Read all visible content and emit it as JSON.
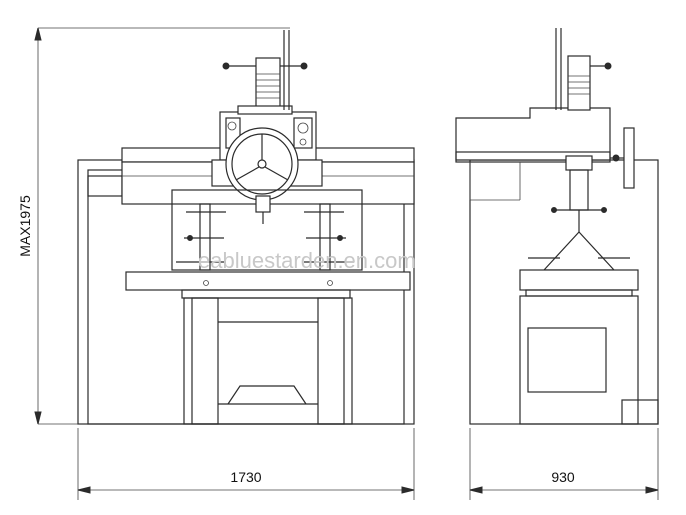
{
  "dimensions": {
    "height_label": "MAX1975",
    "front_width_label": "1730",
    "side_width_label": "930"
  },
  "watermark": "eabluestarden.en.com",
  "colors": {
    "line": "#2b2b2b",
    "watermark": "#c8c8c8"
  }
}
